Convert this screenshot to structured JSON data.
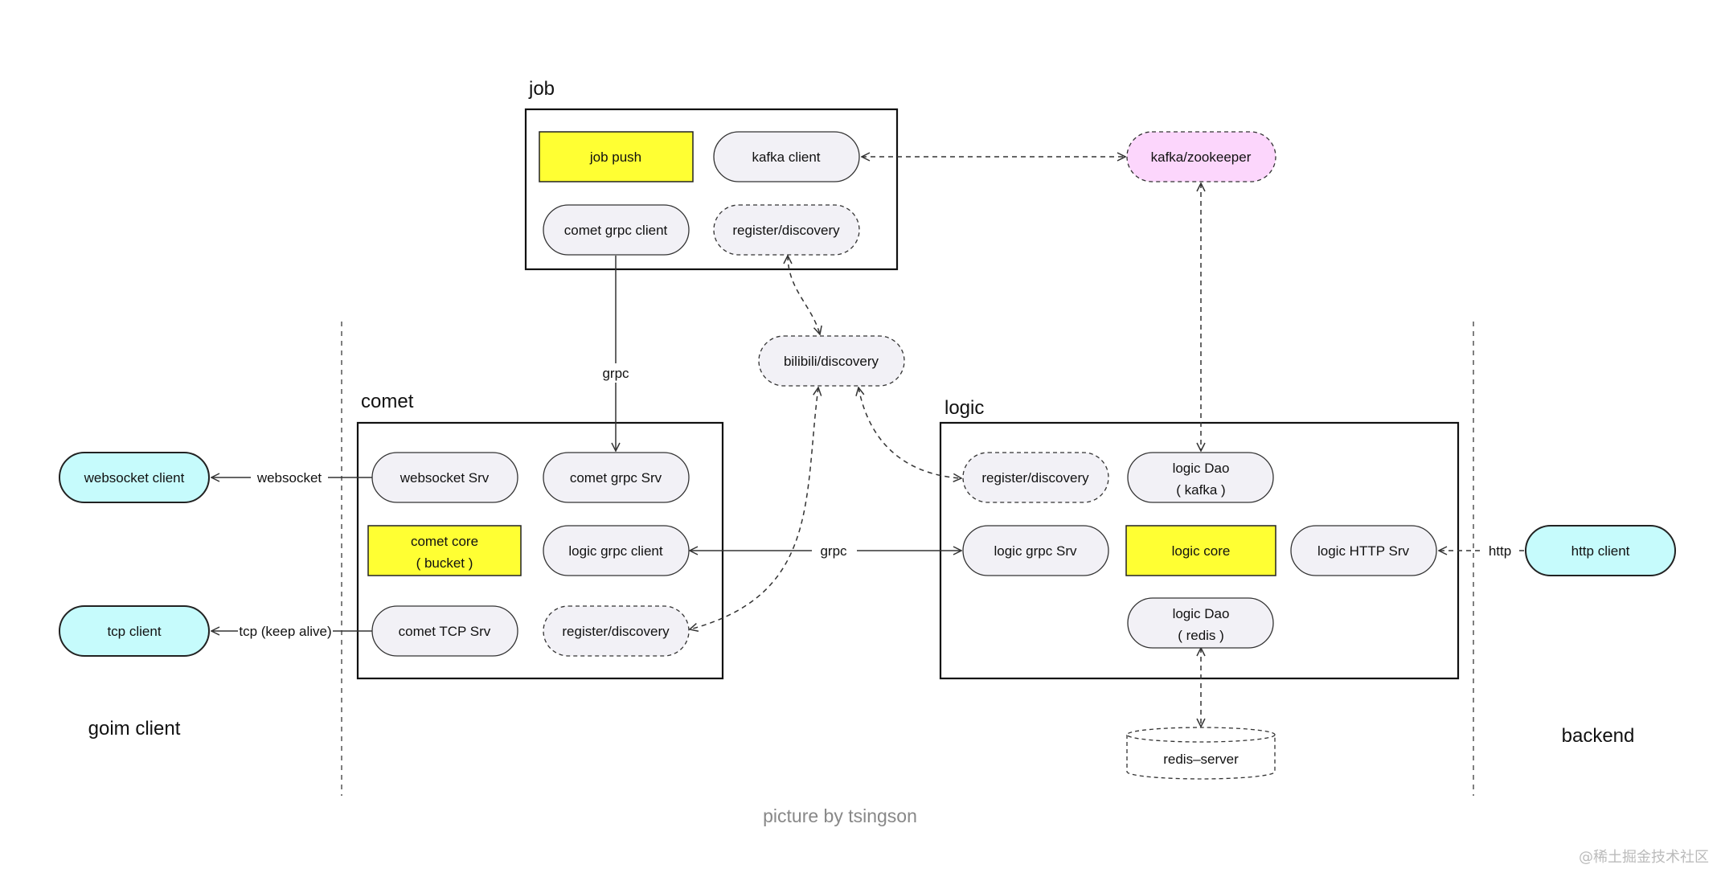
{
  "colors": {
    "pill_fill": "#f2f1f6",
    "core_fill": "#ffff33",
    "client_fill": "#c6fbfc",
    "kafka_fill": "#fcd6fc",
    "stroke": "#333333",
    "footer": "#888888",
    "watermark": "#bbbbbb"
  },
  "groups": {
    "job": "job",
    "comet": "comet",
    "logic": "logic"
  },
  "regions": {
    "client": "goim client",
    "backend": "backend"
  },
  "job": {
    "job_push": "job push",
    "kafka_client": "kafka client",
    "comet_grpc_client": "comet grpc client",
    "register_discovery": "register/discovery"
  },
  "comet": {
    "websocket_srv": "websocket Srv",
    "comet_grpc_srv": "comet grpc Srv",
    "comet_core": [
      "comet core",
      "( bucket )"
    ],
    "logic_grpc_client": "logic grpc client",
    "comet_tcp_srv": "comet TCP Srv",
    "register_discovery": "register/discovery"
  },
  "logic": {
    "register_discovery": "register/discovery",
    "logic_dao_kafka": [
      "logic Dao",
      "( kafka )"
    ],
    "logic_grpc_srv": "logic grpc Srv",
    "logic_core": "logic core",
    "logic_http_srv": "logic HTTP Srv",
    "logic_dao_redis": [
      "logic Dao",
      "( redis )"
    ]
  },
  "external": {
    "kafka_zookeeper": "kafka/zookeeper",
    "bilibili_discovery": "bilibili/discovery",
    "redis_server": "redis–server",
    "websocket_client": "websocket client",
    "tcp_client": "tcp client",
    "http_client": "http client"
  },
  "edge_labels": {
    "grpc_job_comet": "grpc",
    "grpc_comet_logic": "grpc",
    "websocket": "websocket",
    "tcp": "tcp (keep alive)",
    "http": "http"
  },
  "footer": "picture by tsingson",
  "watermark": "@稀土掘金技术社区"
}
